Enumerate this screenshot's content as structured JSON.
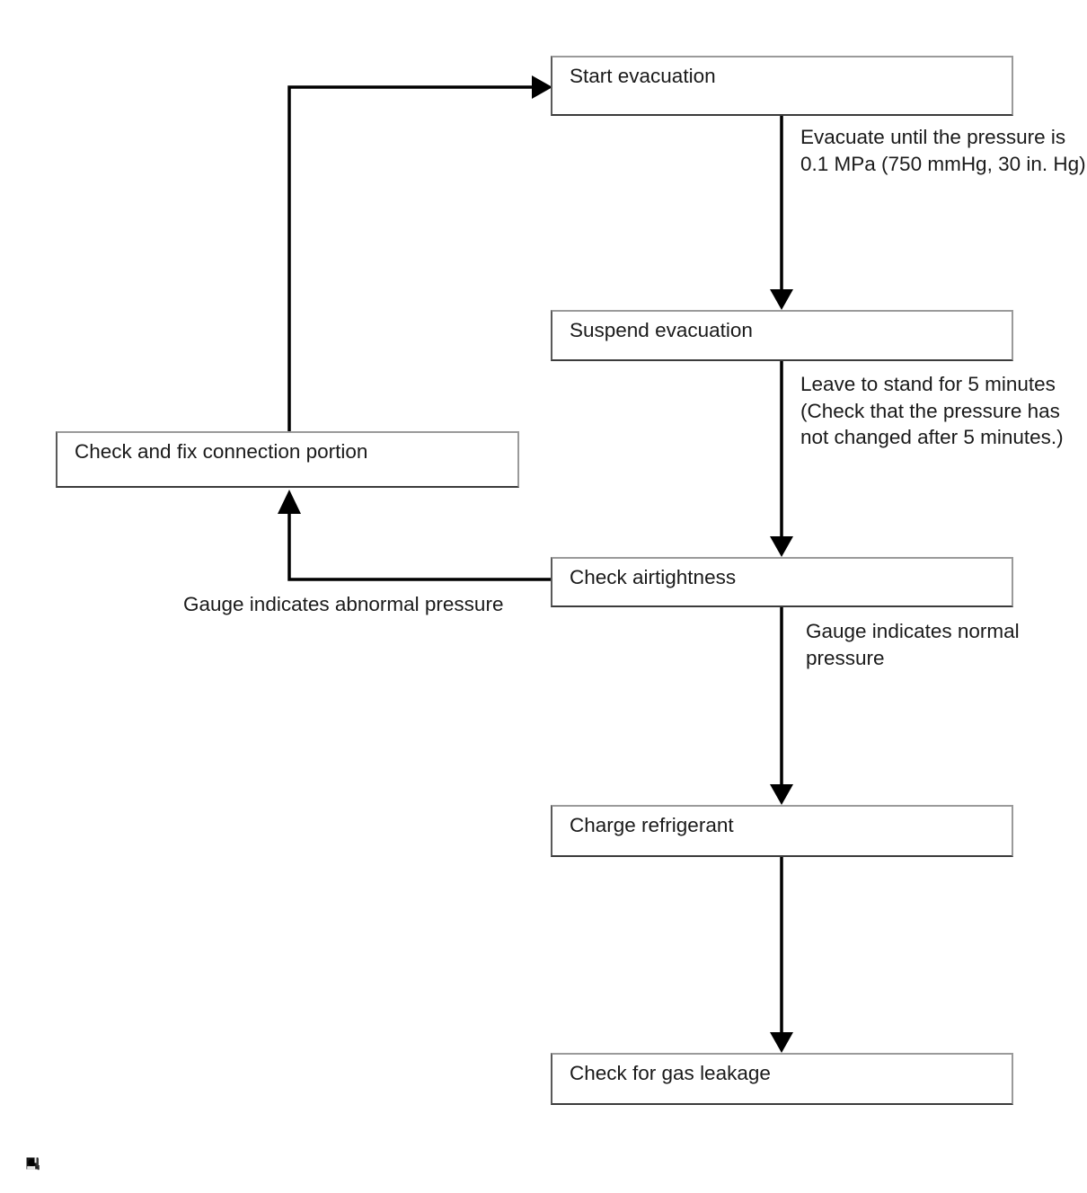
{
  "diagram": {
    "title_text": "",
    "type": "flowchart",
    "orientation": "vertical-with-feedback-loop",
    "line_color": "#000000",
    "box_border_color": "#808080",
    "box_fill_color": "#ffffff",
    "text_color": "#1a1a1a",
    "nodes": [
      {
        "id": "start_evacuation",
        "label": "Start evacuation"
      },
      {
        "id": "suspend_evacuation",
        "label": "Suspend evacuation"
      },
      {
        "id": "check_fix_connection",
        "label": "Check and fix connection portion"
      },
      {
        "id": "check_airtightness",
        "label": "Check airtightness"
      },
      {
        "id": "charge_refrigerant",
        "label": "Charge refrigerant"
      },
      {
        "id": "check_gas_leakage",
        "label": "Check for gas leakage"
      }
    ],
    "edge_labels": [
      {
        "id": "evacuate_until",
        "text": "Evacuate until the pressure is 0.1 MPa (750 mmHg, 30 in. Hg)",
        "from": "start_evacuation",
        "to": "suspend_evacuation"
      },
      {
        "id": "leave_to_stand",
        "text": "Leave to stand for 5 minutes (Check that the pressure has not changed after 5 minutes.)",
        "from": "suspend_evacuation",
        "to": "check_airtightness"
      },
      {
        "id": "abnormal_pressure",
        "text": "Gauge indicates abnormal pressure",
        "from": "check_airtightness",
        "to": "check_fix_connection"
      },
      {
        "id": "normal_pressure",
        "text": "Gauge indicates normal pressure",
        "from": "check_airtightness",
        "to": "charge_refrigerant"
      }
    ],
    "icons": {
      "broken_image_glyph": "broken-image-icon"
    }
  }
}
